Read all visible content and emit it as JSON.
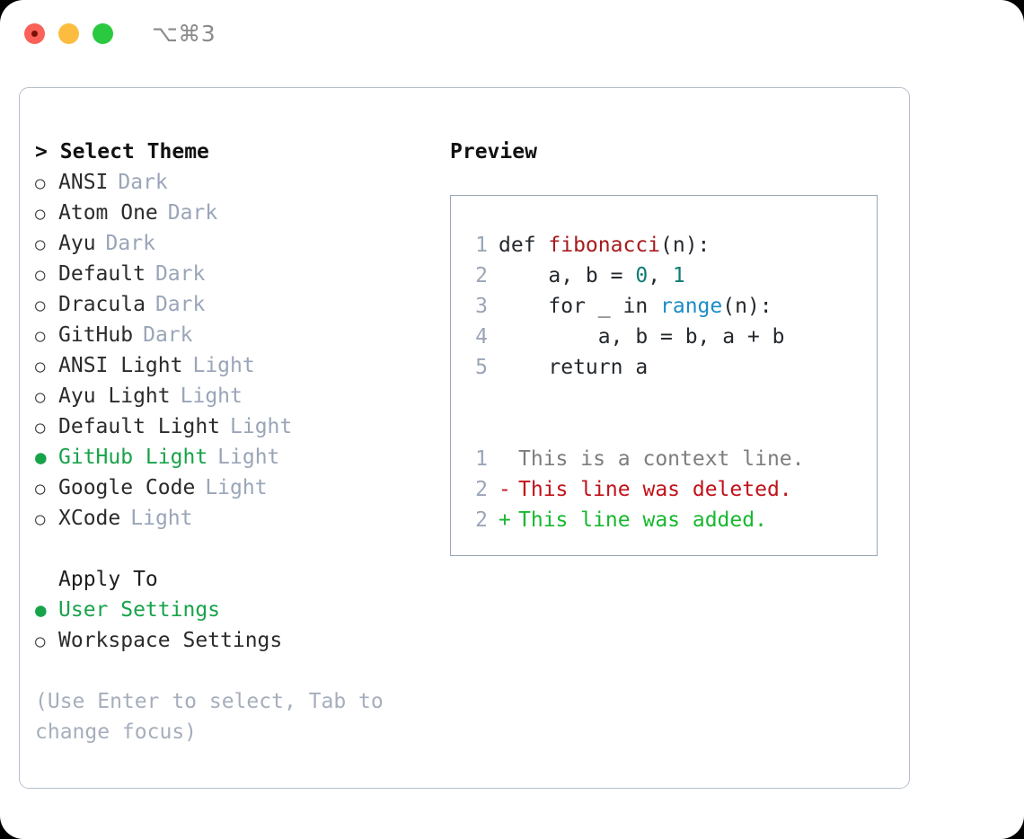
{
  "window": {
    "shortcut": "⌥⌘3",
    "traffic_lights": [
      {
        "name": "close",
        "color": "#fa6158"
      },
      {
        "name": "minimize",
        "color": "#fcbc40"
      },
      {
        "name": "maximize",
        "color": "#2ac940"
      }
    ]
  },
  "theme_panel": {
    "caret": ">",
    "title": "Select Theme",
    "marker_unselected": "○",
    "marker_selected": "●",
    "items": [
      {
        "label": "ANSI",
        "badge": "Dark",
        "selected": false
      },
      {
        "label": "Atom One",
        "badge": "Dark",
        "selected": false
      },
      {
        "label": "Ayu",
        "badge": "Dark",
        "selected": false
      },
      {
        "label": "Default",
        "badge": "Dark",
        "selected": false
      },
      {
        "label": "Dracula",
        "badge": "Dark",
        "selected": false
      },
      {
        "label": "GitHub",
        "badge": "Dark",
        "selected": false
      },
      {
        "label": "ANSI Light",
        "badge": "Light",
        "selected": false
      },
      {
        "label": "Ayu Light",
        "badge": "Light",
        "selected": false
      },
      {
        "label": "Default Light",
        "badge": "Light",
        "selected": false
      },
      {
        "label": "GitHub Light",
        "badge": "Light",
        "selected": true
      },
      {
        "label": "Google Code",
        "badge": "Light",
        "selected": false
      },
      {
        "label": "XCode",
        "badge": "Light",
        "selected": false
      }
    ]
  },
  "apply_to": {
    "title": "Apply To",
    "options": [
      {
        "label": "User Settings",
        "selected": true
      },
      {
        "label": "Workspace Settings",
        "selected": false
      }
    ]
  },
  "hint": "(Use Enter to select, Tab to change focus)",
  "preview": {
    "title": "Preview",
    "code_lines": [
      {
        "no": "1",
        "tokens": [
          {
            "text": "def ",
            "type": "plain"
          },
          {
            "text": "fibonacci",
            "type": "function"
          },
          {
            "text": "(n):",
            "type": "plain"
          }
        ]
      },
      {
        "no": "2",
        "tokens": [
          {
            "text": "    a, b = ",
            "type": "plain"
          },
          {
            "text": "0",
            "type": "number"
          },
          {
            "text": ", ",
            "type": "plain"
          },
          {
            "text": "1",
            "type": "number"
          }
        ]
      },
      {
        "no": "3",
        "tokens": [
          {
            "text": "    for _ in ",
            "type": "plain"
          },
          {
            "text": "range",
            "type": "builtin"
          },
          {
            "text": "(n):",
            "type": "plain"
          }
        ]
      },
      {
        "no": "4",
        "tokens": [
          {
            "text": "        a, b = b, a + b",
            "type": "plain"
          }
        ]
      },
      {
        "no": "5",
        "tokens": [
          {
            "text": "    return a",
            "type": "plain"
          }
        ]
      }
    ],
    "diff_lines": [
      {
        "no": "1",
        "marker": " ",
        "text": "This is a context line.",
        "kind": "context"
      },
      {
        "no": "2",
        "marker": "-",
        "text": "This line was deleted.",
        "kind": "deleted"
      },
      {
        "no": "2",
        "marker": "+",
        "text": "This line was added.",
        "kind": "added"
      }
    ]
  },
  "colors": {
    "accent_green": "#18a34a",
    "badge_gray": "#9aa5b8",
    "hint_gray": "#a6aebc",
    "panel_border": "#b6bfcc",
    "preview_border": "#9aa5b8",
    "diff_added": "#18b830",
    "diff_deleted": "#c1121a",
    "token_function": "#a8191c",
    "token_number": "#0e7d72",
    "token_builtin": "#1a8cc8"
  }
}
